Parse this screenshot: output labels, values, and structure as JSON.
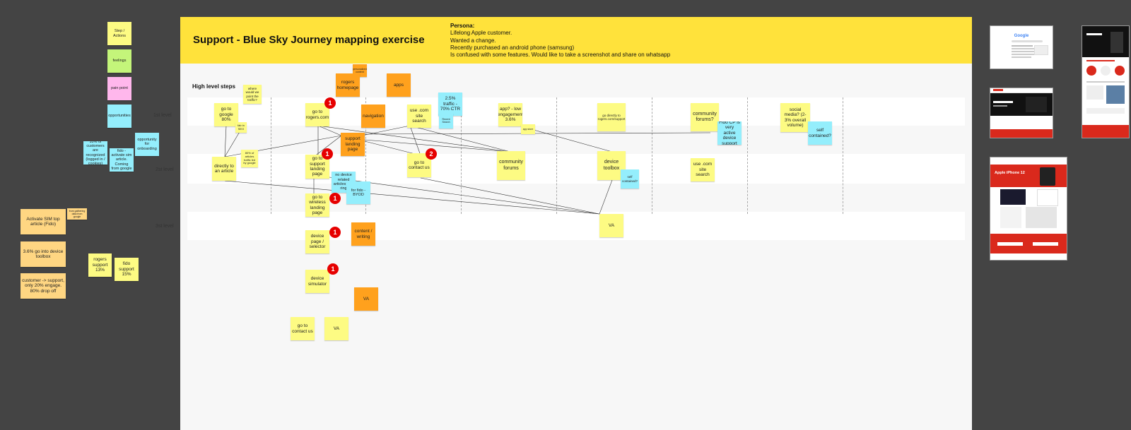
{
  "header": {
    "title": "Support - Blue Sky Journey mapping exercise",
    "persona_label": "Persona:",
    "persona_lines": [
      "Lifelong Apple customer.",
      "Wanted a change.",
      "Recently purchased an android phone (samsung)",
      "Is confused with some features. Would like to take a screenshot and share on whatsapp"
    ]
  },
  "labels": {
    "high_level_steps": "High level steps",
    "level1": "1st level",
    "level2": "2st level",
    "level3": "3st level"
  },
  "legend": {
    "steps": "Step / Actions",
    "feelings": "feelings",
    "pain_point": "pain point",
    "opportunities": "opportunities"
  },
  "left_notes": {
    "n1": "10% of customers are recognized (logged in / cookies)",
    "n2": "fido - activate sim article. Coming from google",
    "n3": "opportunity for onboarding",
    "n4": "Activate SIM top article (Fido)",
    "n5": "from gathering data from google",
    "n6": "3.6% go into device toolbox",
    "n7": "customer -> support, only 20% engage. 80% drop off",
    "n8": "rogers support 13%",
    "n9": "fido support 15%"
  },
  "notes": {
    "go_google": "go to google 80%",
    "where_land": "where would we point the traffic?",
    "fab_text": "fab in SEO",
    "directly_article": "directly to an article",
    "pct_articles": "80% of articles traffic led by google",
    "rogers_homepage": "rogers homepage",
    "top_small": "personalized content",
    "apps": "apps",
    "go_rogers": "go to rogers.com",
    "navigation": "navigation",
    "support_landing": "support landing page",
    "go_support_landing": "go to support landing page",
    "no_device": "no device related articles / for ring",
    "for_fido": "for fido - BYOD",
    "go_wireless": "go to wireless landing page",
    "device_page": "device page / selector",
    "content_writing": "content / writing",
    "device_sim": "device simulator",
    "va_orange": "VA",
    "go_contact_bottom": "go to contact us",
    "va_bottom": "VA",
    "use_com_search": "use .com site search",
    "traffic_ctr": "2.5% traffic - 70% CTR",
    "recent_search": "Recent Search",
    "go_contact": "go to contact us",
    "app_low": "app? - low engagement 3.6%",
    "app_small": "app store",
    "community_forums": "community forums",
    "go_directly_rogers": "go directly to rogers.com/support",
    "device_toolbox": "device toolbox",
    "self_contained1": "self contained?",
    "va_mid": "VA",
    "community_q": "community forums?",
    "fido_cp": "Fido CP is very active device support",
    "use_com_search2": "use .com site search",
    "social_media": "social media? (2-3% overall volume)",
    "self_contained2": "self contained?"
  },
  "badges": [
    "1",
    "1",
    "2",
    "1",
    "1",
    "1"
  ],
  "thumbnails": {
    "google_label": "Google",
    "iphone_label": "Apple iPhone 12"
  },
  "colors": {
    "background": "#444444",
    "header": "#ffe23b",
    "sticky_yellow": "#fdfb83",
    "sticky_orange": "#ffa11d",
    "sticky_blue": "#94eefc",
    "sticky_green": "#c4f57a",
    "sticky_pink": "#ffb7ec",
    "badge_red": "#e60000"
  }
}
